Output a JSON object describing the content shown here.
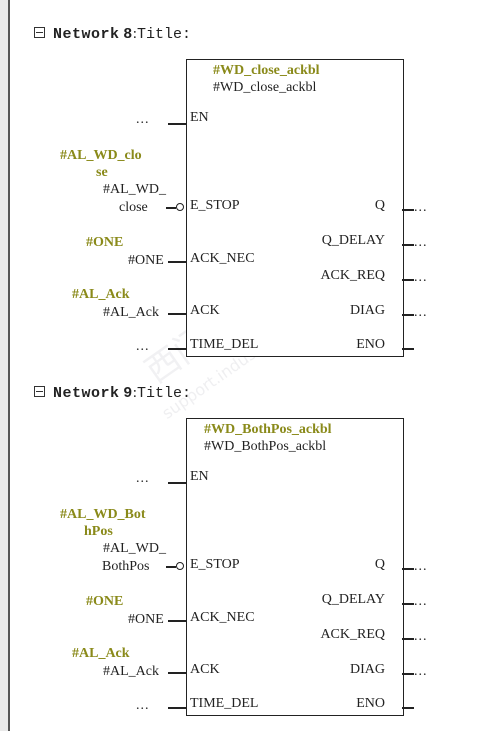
{
  "networks": [
    {
      "number": "8",
      "label": "Network",
      "colon": ":",
      "title": "Title:",
      "block": {
        "instance_db": "#WD_close_ackbl",
        "instance_name": "#WD_close_ackbl",
        "in_en": "EN",
        "in_estop": "E_STOP",
        "in_acknec": "ACK_NEC",
        "in_ack": "ACK",
        "in_timedel": "TIME_DEL",
        "out_q": "Q",
        "out_qdelay": "Q_DELAY",
        "out_ackreq": "ACK_REQ",
        "out_diag": "DIAG",
        "out_eno": "ENO"
      },
      "params": {
        "en_value": "...",
        "estop_symbol_line1": "#AL_WD_clo",
        "estop_symbol_line2": "se",
        "estop_value_line1": "#AL_WD_",
        "estop_value_line2": "close",
        "acknec_symbol": "#ONE",
        "acknec_value": "#ONE",
        "ack_symbol": "#AL_Ack",
        "ack_value": "#AL_Ack",
        "timedel_value": "...",
        "q_value": "...",
        "qdelay_value": "...",
        "ackreq_value": "...",
        "diag_value": "..."
      }
    },
    {
      "number": "9",
      "label": "Network",
      "colon": ":",
      "title": "Title:",
      "block": {
        "instance_db": "#WD_BothPos_ackbl",
        "instance_name": "#WD_BothPos_ackbl",
        "in_en": "EN",
        "in_estop": "E_STOP",
        "in_acknec": "ACK_NEC",
        "in_ack": "ACK",
        "in_timedel": "TIME_DEL",
        "out_q": "Q",
        "out_qdelay": "Q_DELAY",
        "out_ackreq": "ACK_REQ",
        "out_diag": "DIAG",
        "out_eno": "ENO"
      },
      "params": {
        "en_value": "...",
        "estop_symbol_line1": "#AL_WD_Bot",
        "estop_symbol_line2": "hPos",
        "estop_value_line1": "#AL_WD_",
        "estop_value_line2": "BothPos",
        "acknec_symbol": "#ONE",
        "acknec_value": "#ONE",
        "ack_symbol": "#AL_Ack",
        "ack_value": "#AL_Ack",
        "timedel_value": "...",
        "q_value": "...",
        "qdelay_value": "...",
        "ackreq_value": "...",
        "diag_value": "..."
      }
    }
  ],
  "colors": {
    "symbol": "#8a8a1a",
    "line": "#222222"
  }
}
